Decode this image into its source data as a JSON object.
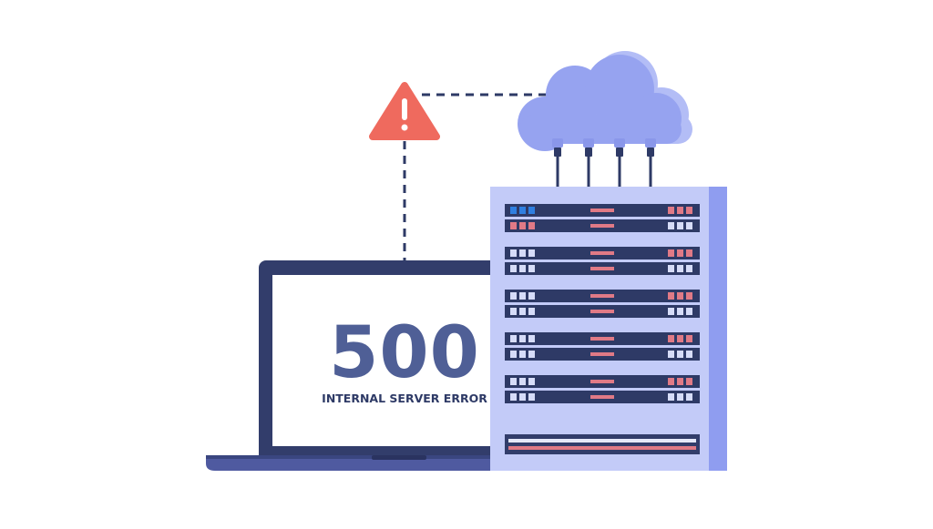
{
  "error": {
    "code": "500",
    "message": "INTERNAL SERVER ERROR"
  },
  "icons": {
    "warning": "warning-triangle-icon",
    "cloud": "cloud-icon",
    "laptop": "laptop-icon",
    "server": "server-rack-icon"
  },
  "colors": {
    "background": "#ffffff",
    "navy": "#2e3a66",
    "text_primary": "#4f5f96",
    "cloud": "#96a3f0",
    "server_body": "#c3cbf8",
    "server_side": "#8f9df0",
    "warning": "#ef6a5e",
    "unit_red": "#e07a86",
    "unit_blue": "#2f7fe0",
    "unit_light": "#d6dcf8"
  },
  "server": {
    "unit_count": 10
  }
}
